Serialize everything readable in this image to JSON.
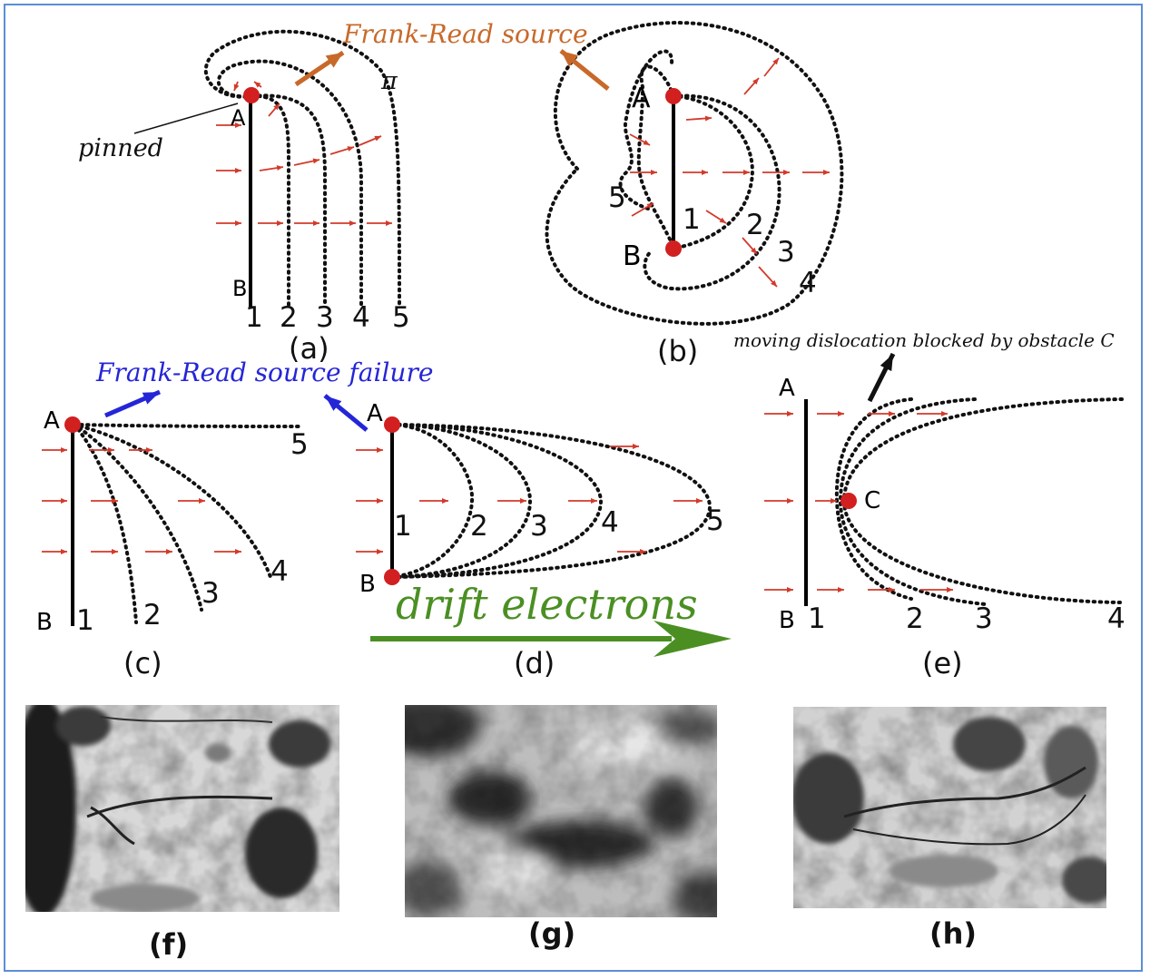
{
  "colors": {
    "frame": "#5b8ed6",
    "pin": "#d21f1f",
    "arrow_red": "#d23a2a",
    "frank_read_label": "#c8692a",
    "failure_label": "#2525d8",
    "drift": "#4b8f23"
  },
  "panel_a": {
    "frank_read_label": "Frank-Read source",
    "pi": "π",
    "pinned": "pinned",
    "point_a": "A",
    "point_b": "B",
    "numbers": [
      "1",
      "2",
      "3",
      "4",
      "5"
    ],
    "caption": "(a)"
  },
  "panel_b": {
    "point_a": "A",
    "point_b": "B",
    "numbers": [
      "1",
      "2",
      "3",
      "4",
      "5"
    ],
    "caption": "(b)"
  },
  "failure_label": "Frank-Read source failure",
  "panel_c": {
    "point_a": "A",
    "point_b": "B",
    "numbers": [
      "1",
      "2",
      "3",
      "4",
      "5"
    ],
    "caption": "(c)"
  },
  "panel_d": {
    "point_a": "A",
    "point_b": "B",
    "numbers": [
      "1",
      "2",
      "3",
      "4",
      "5"
    ],
    "caption": "(d)",
    "drift_label": "drift electrons"
  },
  "panel_e": {
    "note": "moving dislocation blocked by  obstacle C",
    "point_a": "A",
    "point_b": "B",
    "point_c": "C",
    "numbers": [
      "1",
      "2",
      "3",
      "4"
    ],
    "caption": "(e)"
  },
  "micrographs": {
    "f": "(f)",
    "g": "(g)",
    "h": "(h)"
  }
}
